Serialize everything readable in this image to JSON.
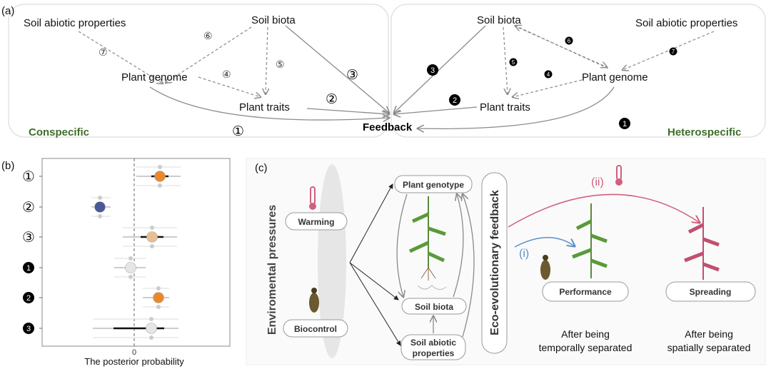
{
  "panel_a": {
    "label": "(a)",
    "left": {
      "soil_abiotic": "Soil abiotic properties",
      "soil_biota": "Soil biota",
      "plant_genome": "Plant genome",
      "plant_traits": "Plant traits",
      "group": "Conspecific",
      "nums": [
        "①",
        "②",
        "③",
        "④",
        "⑤",
        "⑥",
        "⑦"
      ]
    },
    "right": {
      "soil_abiotic": "Soil abiotic properties",
      "soil_biota": "Soil biota",
      "plant_genome": "Plant genome",
      "plant_traits": "Plant traits",
      "group": "Heterospecific",
      "nums": [
        "1",
        "2",
        "3",
        "4",
        "5",
        "6",
        "7"
      ]
    },
    "feedback": "Feedback",
    "group_color": "#3f6e2a"
  },
  "panel_b": {
    "label": "(b)"
  },
  "chart_data": {
    "type": "scatter",
    "xlabel": "The posterior probability",
    "x_ticks": [
      "0"
    ],
    "xlim": [
      -1.29,
      1.34
    ],
    "grid": false,
    "categories": [
      "①",
      "②",
      "③",
      "1",
      "2",
      "3"
    ],
    "category_style": [
      "open",
      "open",
      "open",
      "filled",
      "filled",
      "filled"
    ],
    "points": [
      {
        "mean": 0.36,
        "ci_inner": [
          0.24,
          0.48
        ],
        "ci_outer": [
          0.03,
          0.65
        ],
        "color": "#e8892f"
      },
      {
        "mean": -0.48,
        "ci_inner": [
          -0.52,
          -0.44
        ],
        "ci_outer": [
          -0.6,
          -0.33
        ],
        "color": "#4a5896"
      },
      {
        "mean": 0.25,
        "ci_inner": [
          0.09,
          0.41
        ],
        "ci_outer": [
          -0.16,
          0.6
        ],
        "color": "#e8bf94"
      },
      {
        "mean": -0.05,
        "ci_inner": [
          -0.11,
          0.02
        ],
        "ci_outer": [
          -0.28,
          0.16
        ],
        "color": "#e6e6e6"
      },
      {
        "mean": 0.34,
        "ci_inner": [
          0.3,
          0.38
        ],
        "ci_outer": [
          0.12,
          0.49
        ],
        "color": "#e8892f"
      },
      {
        "mean": 0.24,
        "ci_inner": [
          -0.29,
          0.42
        ],
        "ci_outer": [
          -0.58,
          0.62
        ],
        "color": "#e6e6e6"
      }
    ]
  },
  "panel_c": {
    "label": "(c)",
    "pressures": "Enviromental pressures",
    "warming": "Warming",
    "biocontrol": "Biocontrol",
    "plant_genotype": "Plant genotype",
    "soil_biota": "Soil biota",
    "soil_abiotic_1": "Soil abiotic",
    "soil_abiotic_2": "properties",
    "feedback": "Eco-evolutionary feedback",
    "path_i": "(i)",
    "path_ii": "(ii)",
    "performance": "Performance",
    "spreading": "Spreading",
    "temporal_1": "After being",
    "temporal_2": "temporally separated",
    "spatial_1": "After being",
    "spatial_2": "spatially separated",
    "warming_color": "#d0607c",
    "biocontrol_color": "#5b8fc7"
  }
}
